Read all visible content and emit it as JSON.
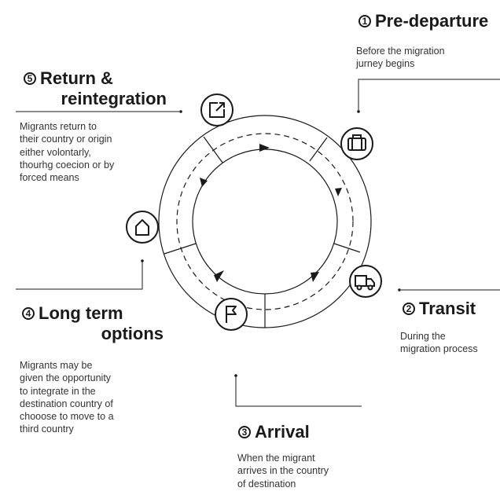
{
  "stages": [
    {
      "number": "1",
      "title": "Pre-departure",
      "description": "Before the migration\njurney begins",
      "icon": "briefcase-icon"
    },
    {
      "number": "2",
      "title": "Transit",
      "description": "During the\nmigration process",
      "icon": "truck-icon"
    },
    {
      "number": "3",
      "title": "Arrival",
      "description": "When the migrant\narrives in the country\nof destination",
      "icon": "flag-icon"
    },
    {
      "number": "4",
      "title_line1": "Long term",
      "title_line2": "options",
      "description": "Migrants may be\ngiven the opportunity\nto integrate in the\ndestination country of\nchooose to move to a\nthird country",
      "icon": "home-icon"
    },
    {
      "number": "5",
      "title_line1": "Return &",
      "title_line2": "reintegration",
      "description": "Migrants return to\ntheir country or origin\neither volontarly,\nthourhg coecion or by\nforced means",
      "icon": "return-arrow-icon"
    }
  ],
  "colors": {
    "ink": "#1a1a1a",
    "text": "#333333",
    "background": "#ffffff"
  }
}
